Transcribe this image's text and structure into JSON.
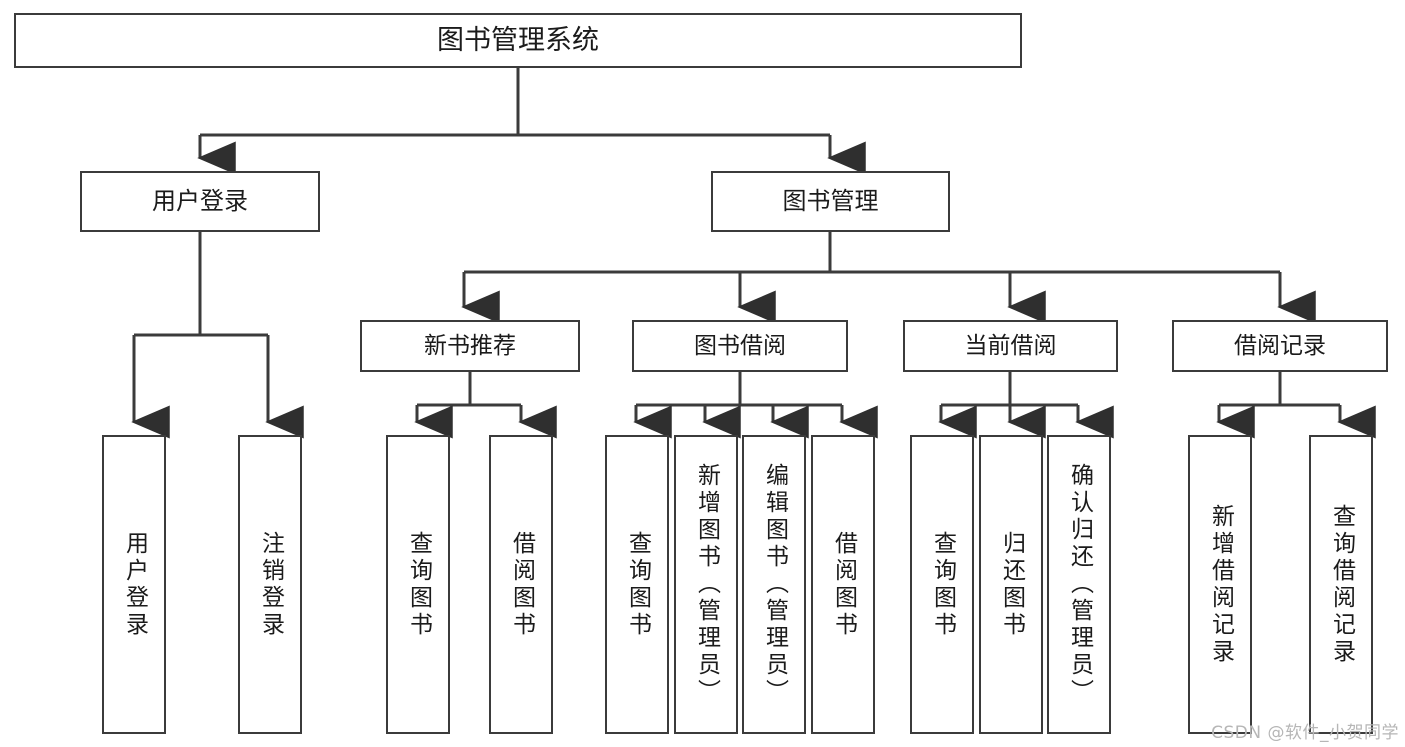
{
  "diagram": {
    "title": "图书管理系统",
    "background": "#ffffff",
    "line_color": "#3b3b3b",
    "text_color": "#1b1b1b",
    "type": "tree-hierarchy-chart"
  },
  "root": {
    "label": "图书管理系统"
  },
  "level2": [
    {
      "label": "用户登录"
    },
    {
      "label": "图书管理"
    }
  ],
  "level3": [
    {
      "label": "新书推荐"
    },
    {
      "label": "图书借阅"
    },
    {
      "label": "当前借阅"
    },
    {
      "label": "借阅记录"
    }
  ],
  "leaves": {
    "user_login": [
      {
        "label": "用户登录"
      },
      {
        "label": "注销登录"
      }
    ],
    "new_book_recommend": [
      {
        "label": "查询图书"
      },
      {
        "label": "借阅图书"
      }
    ],
    "book_borrow": [
      {
        "label": "查询图书"
      },
      {
        "label": "新增图书（管理员）"
      },
      {
        "label": "编辑图书（管理员）"
      },
      {
        "label": "借阅图书"
      }
    ],
    "current_borrow": [
      {
        "label": "查询图书"
      },
      {
        "label": "归还图书"
      },
      {
        "label": "确认归还（管理员）"
      }
    ],
    "borrow_record": [
      {
        "label": "新增借阅记录"
      },
      {
        "label": "查询借阅记录"
      }
    ]
  },
  "watermark": {
    "text": "CSDN @软件_小贺同学",
    "color": "#b6b6b6"
  }
}
